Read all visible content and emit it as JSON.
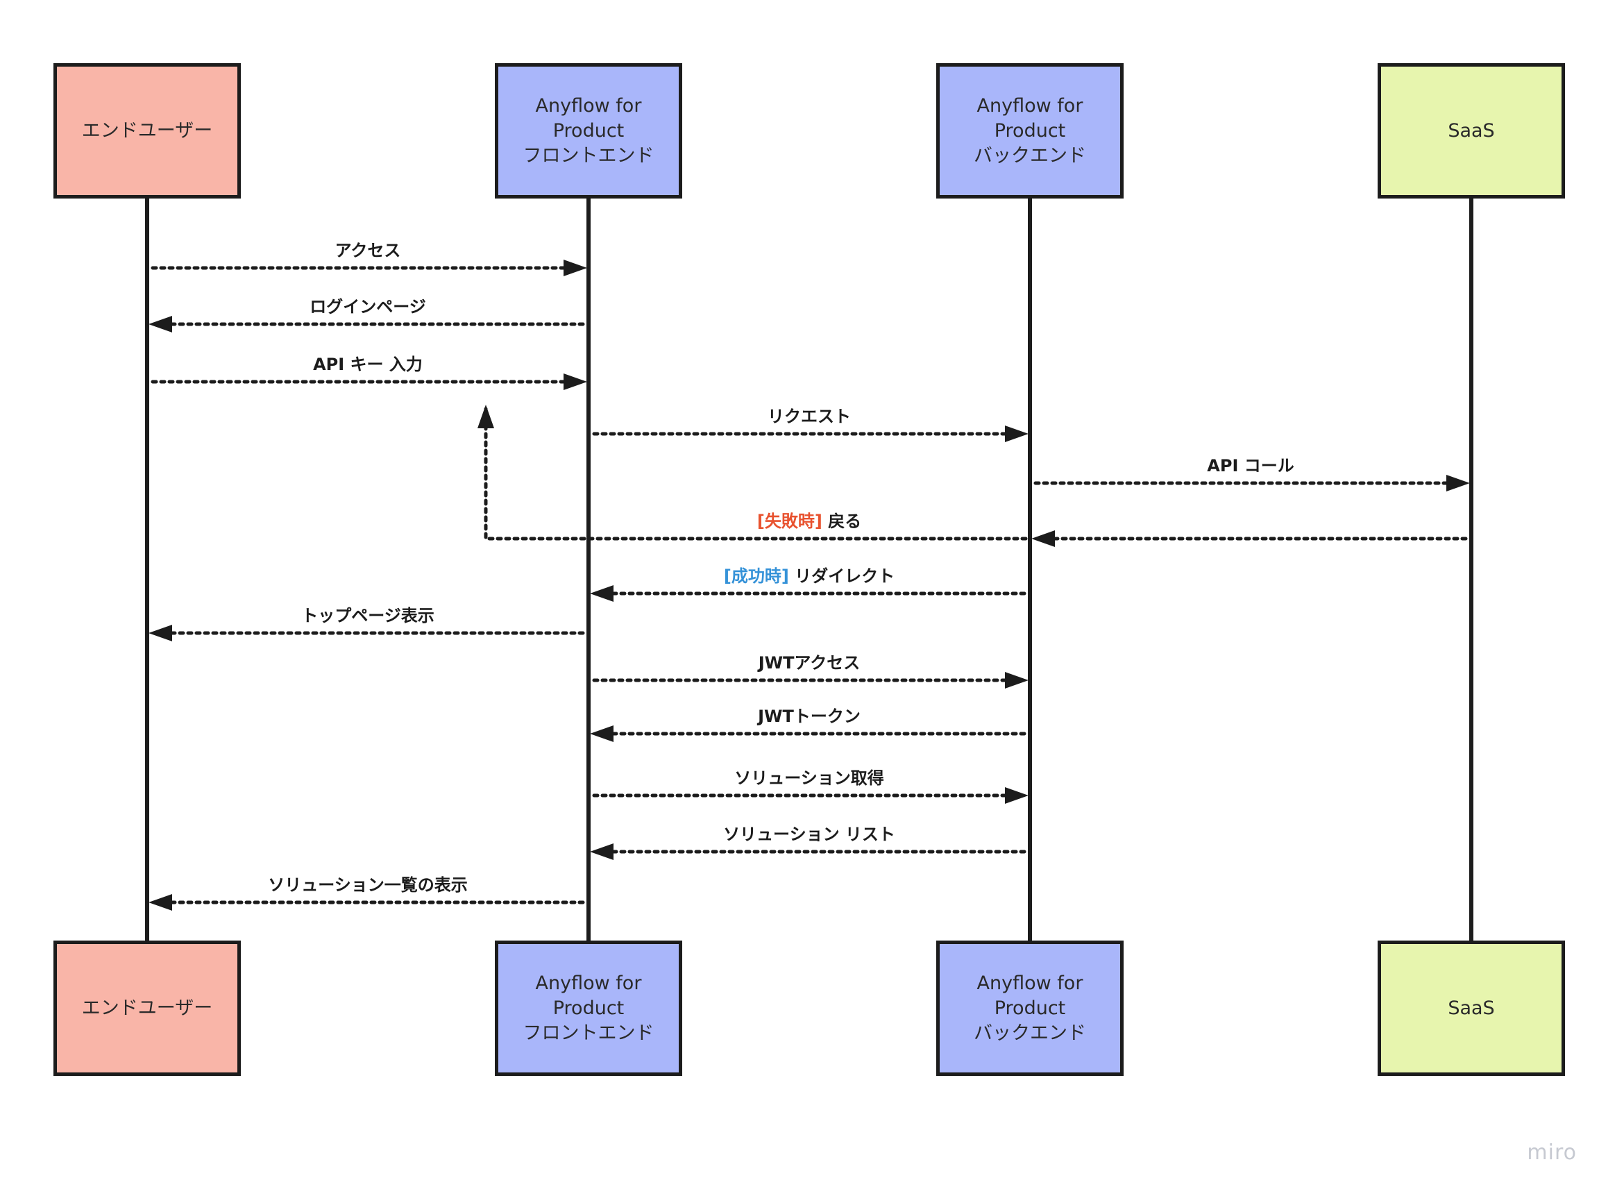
{
  "participants": [
    {
      "id": "user",
      "label": "エンドユーザー",
      "color": "#F9B5A8"
    },
    {
      "id": "frontend",
      "label": "Anyflow for Product\nフロントエンド",
      "color": "#A9B6FA"
    },
    {
      "id": "backend",
      "label": "Anyflow for Product\nバックエンド",
      "color": "#A9B6FA"
    },
    {
      "id": "saas",
      "label": "SaaS",
      "color": "#E7F5AE"
    }
  ],
  "messages": [
    {
      "from": "user",
      "to": "frontend",
      "text": "アクセス"
    },
    {
      "from": "frontend",
      "to": "user",
      "text": "ログインページ"
    },
    {
      "from": "user",
      "to": "frontend",
      "text": "API キー 入力"
    },
    {
      "from": "frontend",
      "to": "backend",
      "text": "リクエスト"
    },
    {
      "from": "backend",
      "to": "saas",
      "text": "API コール"
    },
    {
      "from": "saas",
      "to": "backend",
      "text": ""
    },
    {
      "from": "backend",
      "to": "frontend",
      "condition": "[失敗時]",
      "condition_color": "#E8522F",
      "text": " 戻る",
      "loop_back": true
    },
    {
      "from": "backend",
      "to": "frontend",
      "condition": "[成功時]",
      "condition_color": "#3592D8",
      "text": " リダイレクト"
    },
    {
      "from": "frontend",
      "to": "user",
      "text": "トップページ表示"
    },
    {
      "from": "frontend",
      "to": "backend",
      "text": "JWTアクセス"
    },
    {
      "from": "backend",
      "to": "frontend",
      "text": "JWTトークン"
    },
    {
      "from": "frontend",
      "to": "backend",
      "text": "ソリューション取得"
    },
    {
      "from": "backend",
      "to": "frontend",
      "text": "ソリューション リスト"
    },
    {
      "from": "frontend",
      "to": "user",
      "text": "ソリューション一覧の表示"
    }
  ],
  "watermark": "miro",
  "colors": {
    "line": "#1c1c1c"
  }
}
